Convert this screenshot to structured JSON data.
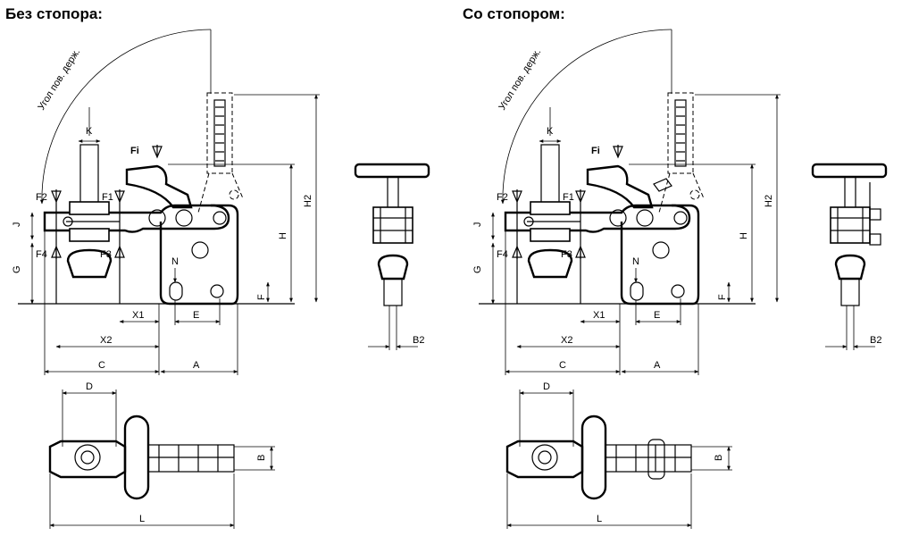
{
  "titles": {
    "left": "Без стопора:",
    "right": "Со стопором:"
  },
  "labels": {
    "angle": "Угол пов. держ.",
    "K": "K",
    "Fi": "Fi",
    "F1": "F1",
    "F2": "F2",
    "F3": "F3",
    "F4": "F4",
    "J": "J",
    "G": "G",
    "N": "N",
    "E": "E",
    "F": "F",
    "H": "H",
    "H2": "H2",
    "X1": "X1",
    "X2": "X2",
    "C": "C",
    "A": "A",
    "B2": "B2",
    "D": "D",
    "B": "B",
    "L": "L"
  }
}
